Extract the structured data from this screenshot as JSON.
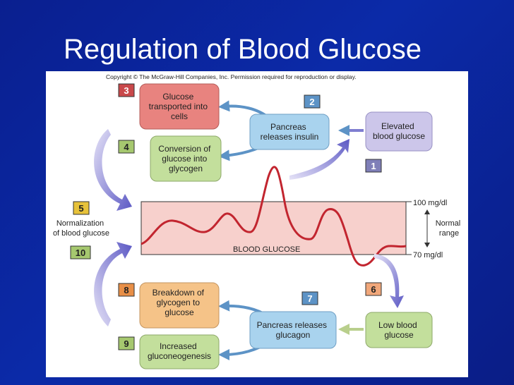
{
  "slide": {
    "title": "Regulation of Blood Glucose"
  },
  "diagram": {
    "copyright": "Copyright © The McGraw-Hill Companies, Inc. Permission required for reproduction or display.",
    "colors": {
      "pink": "#e8837f",
      "green": "#c3df9c",
      "blue": "#a9d3ee",
      "purple": "#ccc6ea",
      "orange": "#f5c388",
      "band": "#f7d0cc",
      "curve": "#c2252f",
      "arrow_blue": "#5d93c6",
      "arrow_purple": "#7f7ed0"
    },
    "boxes": {
      "glucose_transport": [
        "Glucose",
        "transported into",
        "cells"
      ],
      "conversion": [
        "Conversion of",
        "glucose into",
        "glycogen"
      ],
      "pancreas_insulin": [
        "Pancreas",
        "releases insulin"
      ],
      "elevated": [
        "Elevated",
        "blood glucose"
      ],
      "breakdown": [
        "Breakdown of",
        "glycogen to",
        "glucose"
      ],
      "gluconeogenesis": [
        "Increased",
        "gluconeogenesis"
      ],
      "pancreas_glucagon": [
        "Pancreas releases",
        "glucagon"
      ],
      "low": [
        "Low blood",
        "glucose"
      ]
    },
    "steps": [
      "1",
      "2",
      "3",
      "4",
      "5",
      "6",
      "7",
      "8",
      "9",
      "10"
    ],
    "band_label": "BLOOD GLUCOSE",
    "upper_label": "100 mg/dl",
    "lower_label": "70 mg/dl",
    "range_label": [
      "Normal",
      "range"
    ],
    "normalization_label": [
      "Normalization",
      "of blood glucose"
    ]
  }
}
